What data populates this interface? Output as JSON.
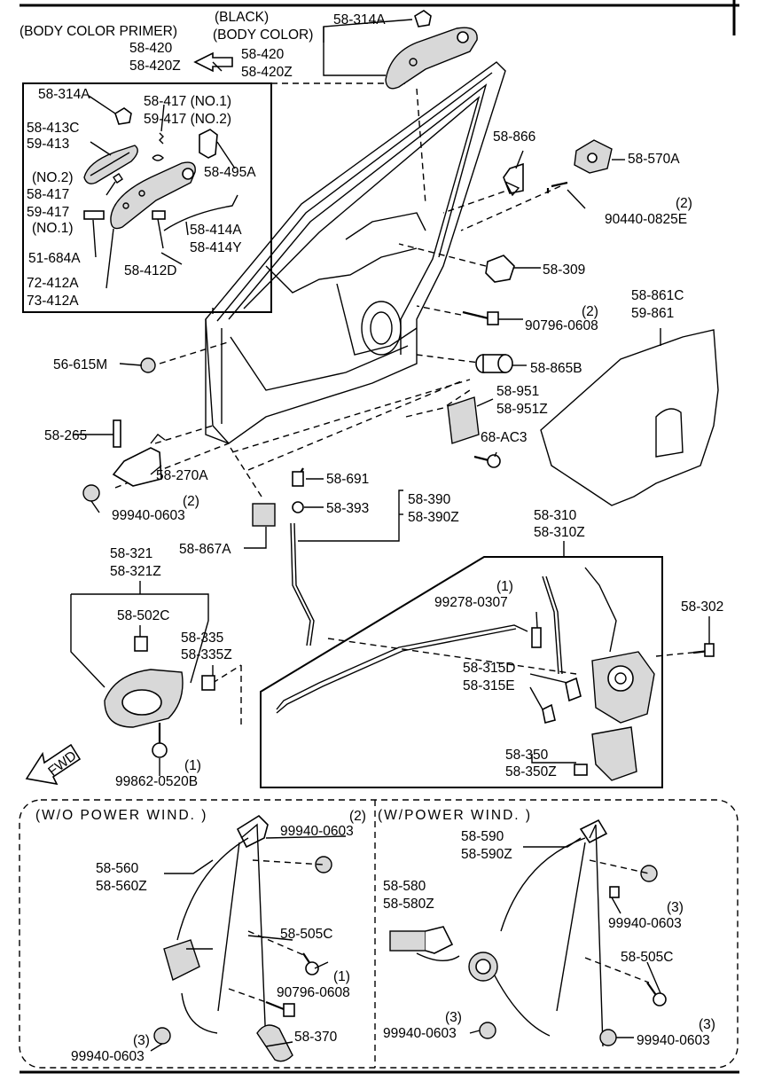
{
  "callouts": {
    "body_color_primer": "(BODY COLOR PRIMER)",
    "black": "(BLACK)",
    "body_color": "(BODY COLOR)",
    "p58_420_a": "58-420",
    "p58_420z_a": "58-420Z",
    "p58_420_b": "58-420",
    "p58_420z_b": "58-420Z",
    "p58_314a_top": "58-314A",
    "p58_314a_box": "58-314A",
    "p58_417_no1": "58-417 (NO.1)",
    "p59_417_no2": "59-417 (NO.2)",
    "p58_413c": "58-413C",
    "p59_413": "59-413",
    "p58_495a": "58-495A",
    "no2": "(NO.2)",
    "p58_417": "58-417",
    "p59_417": "59-417",
    "no1": "(NO.1)",
    "p58_414a": "58-414A",
    "p58_414y": "58-414Y",
    "p51_684a": "51-684A",
    "p58_412d": "58-412D",
    "p72_412a": "72-412A",
    "p73_412a": "73-412A",
    "p58_866": "58-866",
    "p58_570a": "58-570A",
    "q2_a": "(2)",
    "p90440": "90440-0825E",
    "p58_309": "58-309",
    "p58_861c": "58-861C",
    "p59_861": "59-861",
    "q2_b": "(2)",
    "p90796_a": "90796-0608",
    "p56_615m": "56-615M",
    "p58_865b": "58-865B",
    "p58_951": "58-951",
    "p58_951z": "58-951Z",
    "p58_265": "58-265",
    "p68_ac3": "68-AC3",
    "p58_270a": "58-270A",
    "q2_c": "(2)",
    "p99940_a": "99940-0603",
    "p58_691": "58-691",
    "p58_393": "58-393",
    "p58_390": "58-390",
    "p58_390z": "58-390Z",
    "p58_310": "58-310",
    "p58_310z": "58-310Z",
    "p58_867a": "58-867A",
    "p58_321": "58-321",
    "p58_321z": "58-321Z",
    "q1_a": "(1)",
    "p99278": "99278-0307",
    "p58_302": "58-302",
    "p58_502c": "58-502C",
    "p58_335": "58-335",
    "p58_335z": "58-335Z",
    "p58_315d": "58-315D",
    "p58_315e": "58-315E",
    "p58_350": "58-350",
    "p58_350z": "58-350Z",
    "fwd": "FWD",
    "q1_b": "(1)",
    "p99862": "99862-0520B"
  },
  "left_panel": {
    "title": "(W/O  POWER  WIND. )",
    "q2": "(2)",
    "p99940_top": "99940-0603",
    "p58_560": "58-560",
    "p58_560z": "58-560Z",
    "p58_505c": "58-505C",
    "q1": "(1)",
    "p90796": "90796-0608",
    "q3": "(3)",
    "p99940_bot": "99940-0603",
    "p58_370": "58-370"
  },
  "right_panel": {
    "title": "(W/POWER  WIND. )",
    "p58_590": "58-590",
    "p58_590z": "58-590Z",
    "p58_580": "58-580",
    "p58_580z": "58-580Z",
    "q3_a": "(3)",
    "p99940_a": "99940-0603",
    "p58_505c": "58-505C",
    "q3_b": "(3)",
    "p99940_b": "99940-0603",
    "q3_c": "(3)",
    "p99940_c": "99940-0603"
  }
}
